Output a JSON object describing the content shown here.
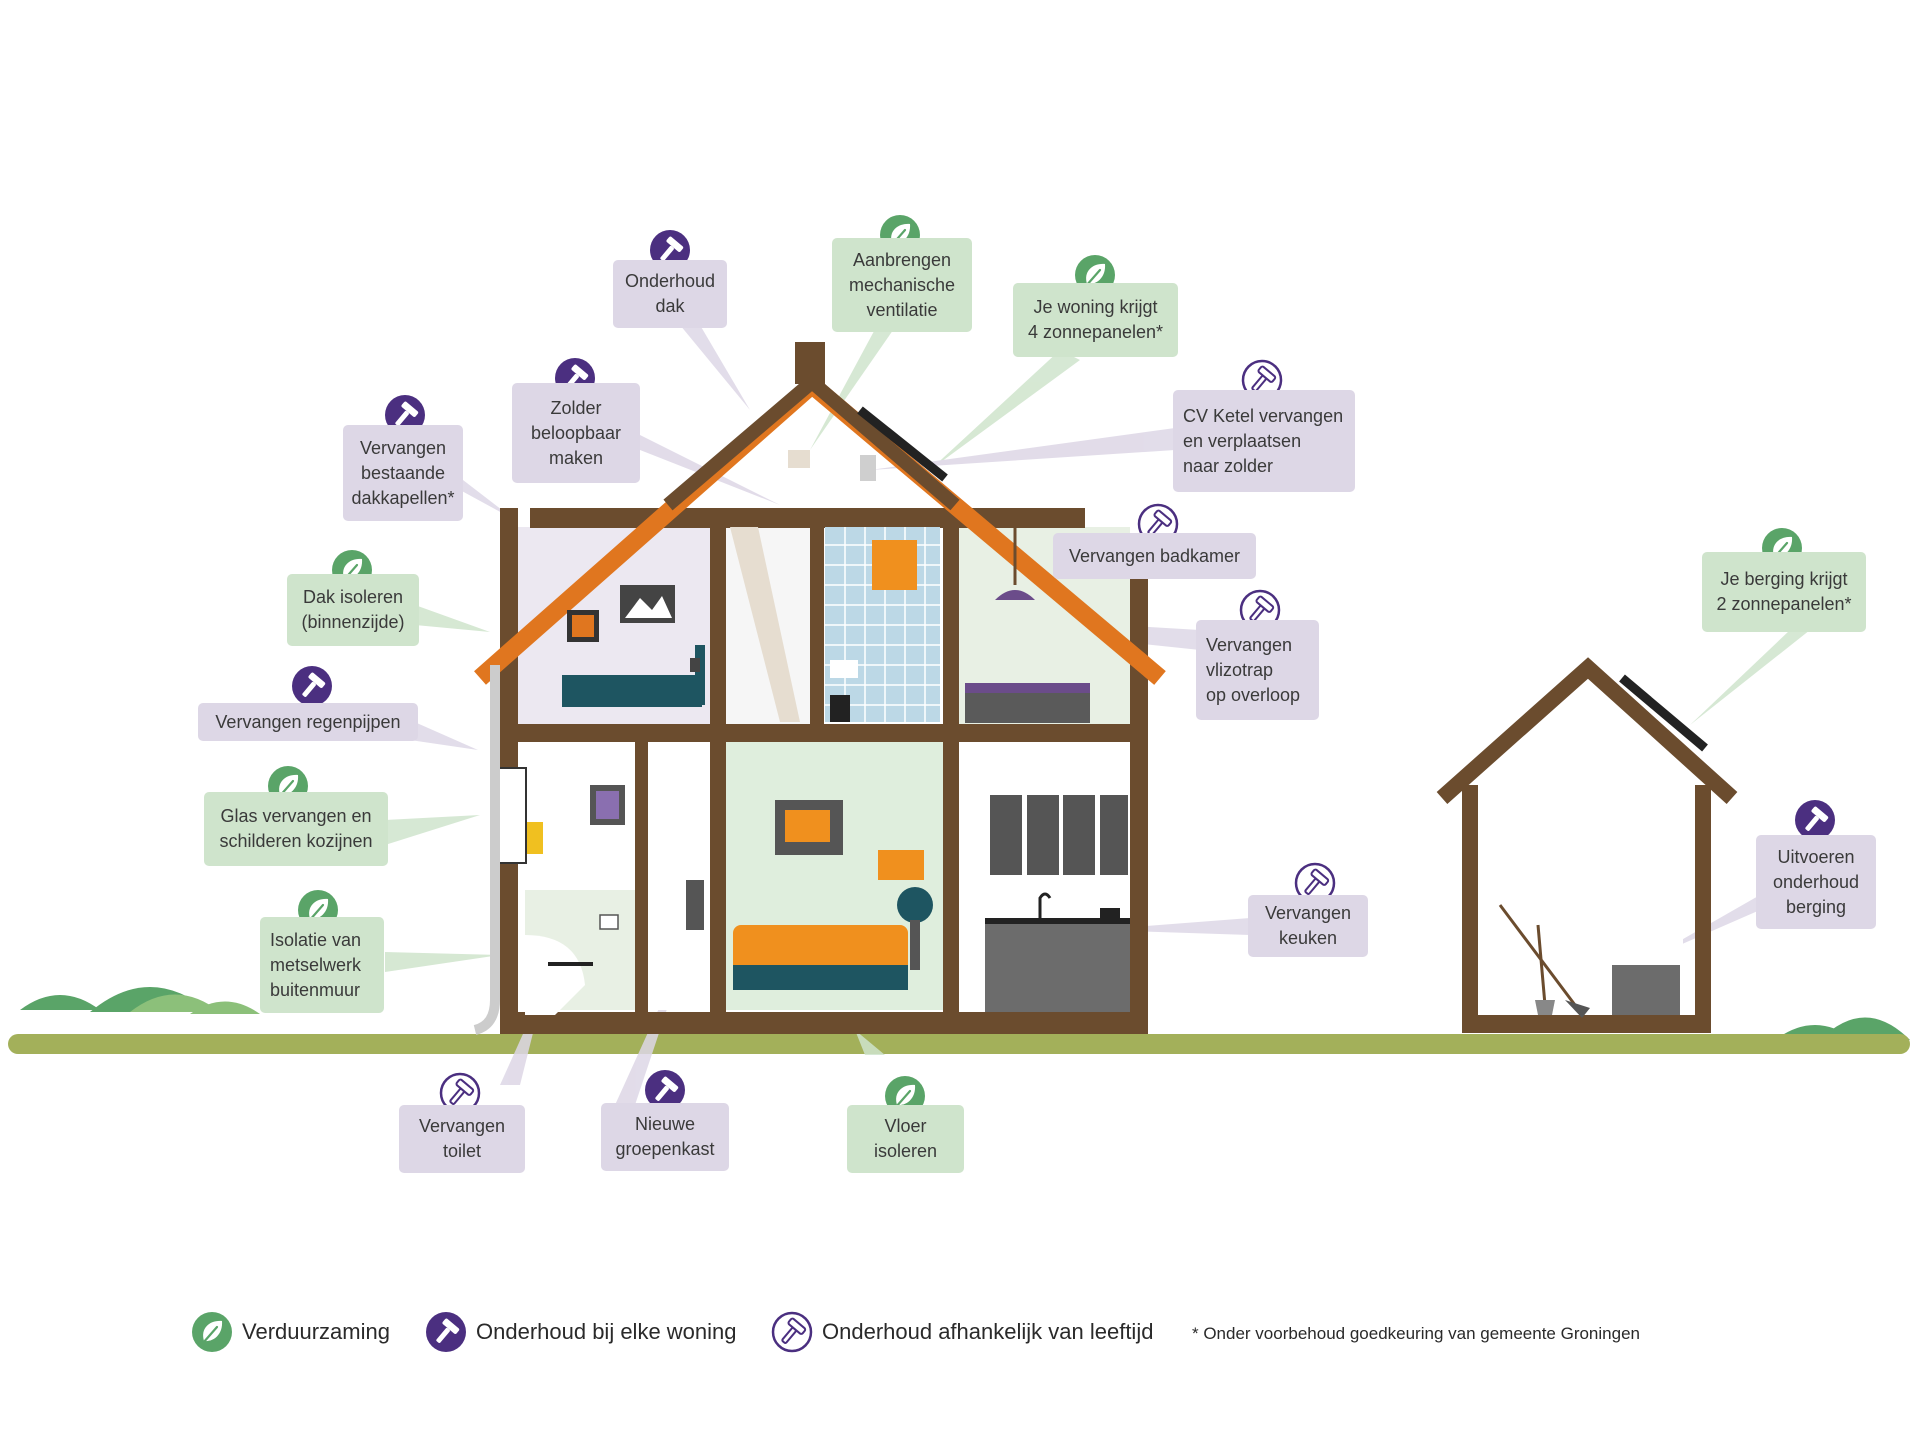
{
  "labels": {
    "onderhoud_dak": "Onderhoud\ndak",
    "ventilatie": "Aanbrengen\nmechanische\nventilatie",
    "zonnepanelen_woning": "Je woning krijgt\n4 zonnepanelen*",
    "zolder": "Zolder\nbeloopbaar\nmaken",
    "dakkapellen": "Vervangen\nbestaande\ndakkapellen*",
    "cv_ketel": "CV Ketel vervangen\nen verplaatsen\nnaar zolder",
    "badkamer": "Vervangen badkamer",
    "dak_isoleren": "Dak isoleren\n(binnenzijde)",
    "vlizotrap": "Vervangen\nvlizotrap\nop overloop",
    "regenpijpen": "Vervangen regenpijpen",
    "zonnepanelen_berging": "Je berging krijgt\n2 zonnepanelen*",
    "glas": "Glas vervangen en\nschilderen kozijnen",
    "onderhoud_berging": "Uitvoeren\nonderhoud\nberging",
    "keuken": "Vervangen\nkeuken",
    "metselwerk": "Isolatie van\nmetselwerk\nbuitenmuur",
    "toilet": "Vervangen\ntoilet",
    "groepenkast": "Nieuwe\ngroepenkast",
    "vloer": "Vloer\nisoleren"
  },
  "legend": {
    "verduurzaming": "Verduurzaming",
    "onderhoud_elke": "Onderhoud bij elke woning",
    "onderhoud_leeftijd": "Onderhoud afhankelijk van leeftijd",
    "note": "* Onder voorbehoud goedkeuring van gemeente Groningen"
  },
  "colors": {
    "verduurzaming": "#5aa468",
    "onderhoud_elke": "#4b2f80",
    "onderhoud_leeftijd": "#8a7aa8",
    "frame": "#6b4c2e",
    "roof_trim": "#e0761f",
    "ground": "#a3b05a"
  },
  "icons": {
    "verduurzaming": "leaf-icon",
    "onderhoud_elke": "hammer-icon",
    "onderhoud_leeftijd": "hammer-outline-icon"
  }
}
